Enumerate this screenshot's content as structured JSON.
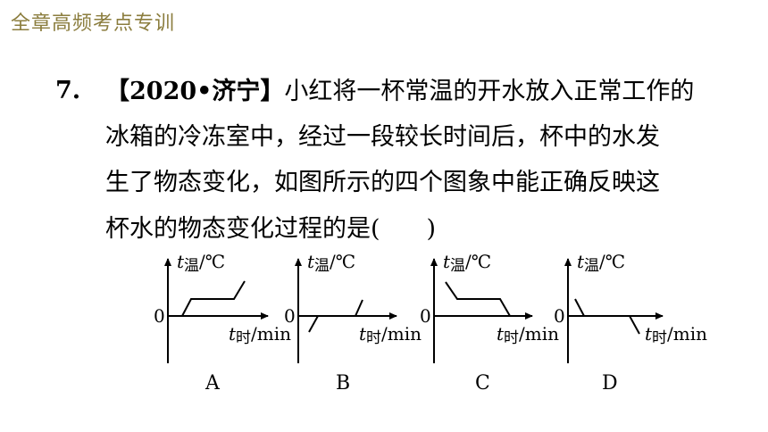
{
  "header": {
    "title": "全章高频考点专训"
  },
  "question": {
    "number": "7.",
    "source_tag": "【2020•济宁】",
    "lines": [
      "小红将一杯常温的开水放入正常工作的",
      "冰箱的冷冻室中，经过一段较长时间后，杯中的水发",
      "生了物态变化，如图所示的四个图象中能正确反映这",
      "杯水的物态变化过程的是("
    ],
    "close_paren": ")"
  },
  "graphs": {
    "y_axis_label": "t温/℃",
    "y_axis_sub": "温",
    "y_unit": "/℃",
    "x_axis_var": "t",
    "x_axis_sub": "时",
    "x_unit": "/min",
    "origin_label": "0",
    "options": [
      "A",
      "B",
      "C",
      "D"
    ]
  }
}
